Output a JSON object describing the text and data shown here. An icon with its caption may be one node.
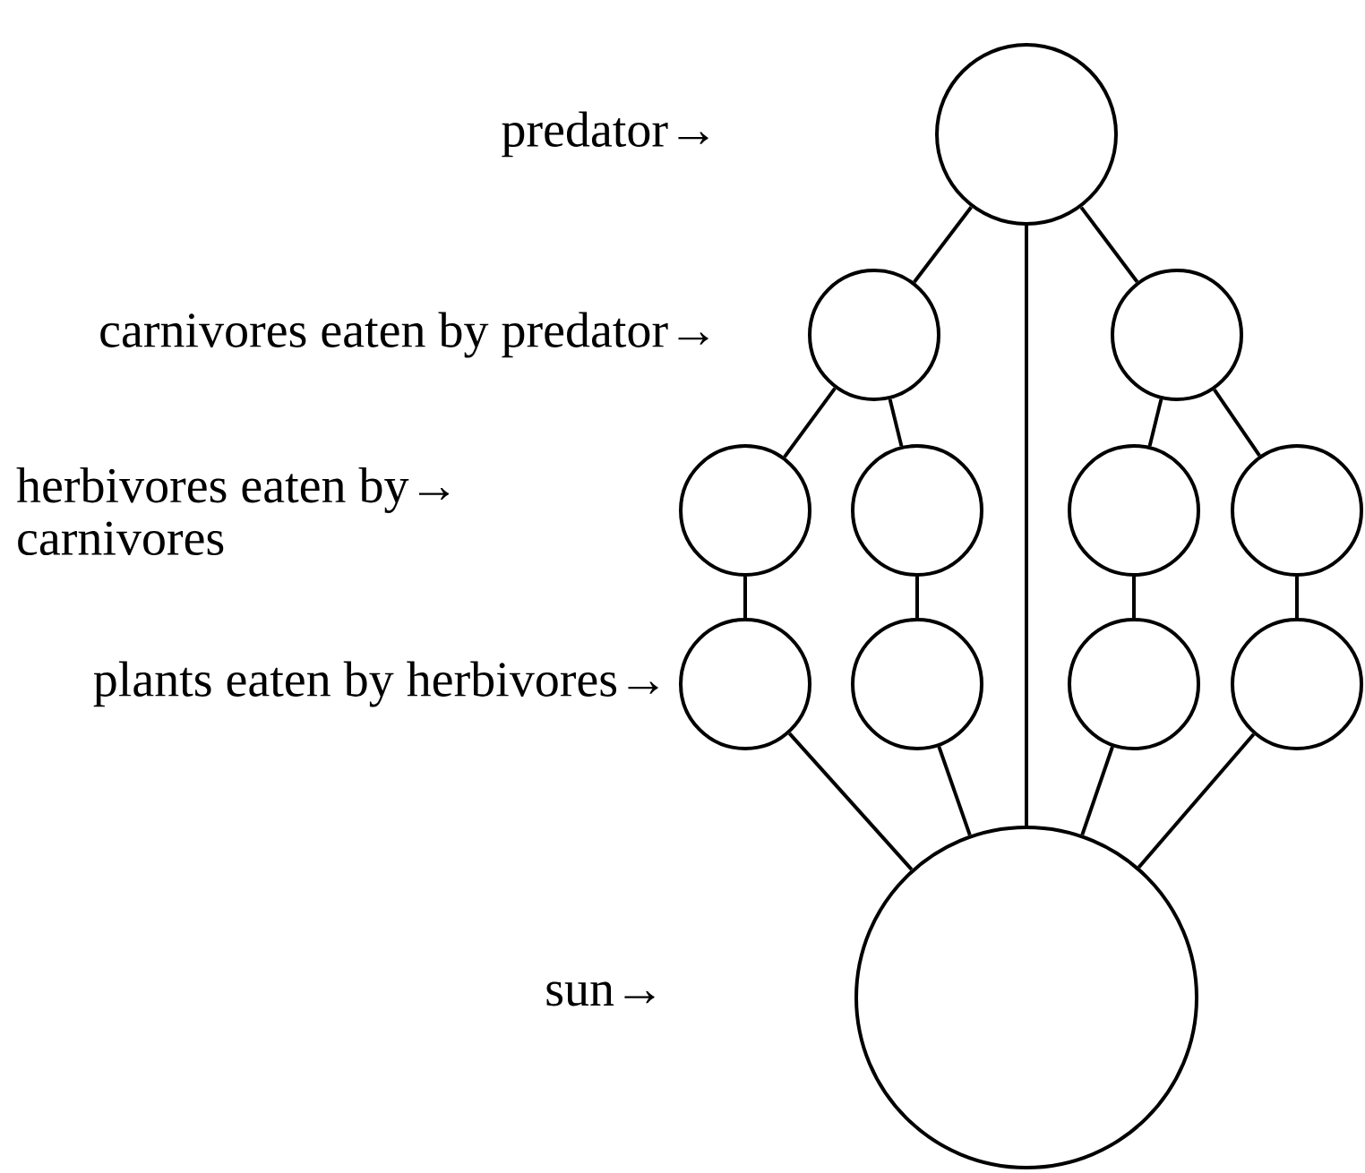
{
  "diagram": {
    "nodes": [
      {
        "text": [],
        "shape": "circle"
      },
      {
        "text": [],
        "shape": "circle"
      },
      {
        "text": [],
        "shape": "circle"
      },
      {
        "text": [],
        "shape": "circle"
      },
      {
        "text": [],
        "shape": "circle"
      },
      {
        "text": [],
        "shape": "circle"
      },
      {
        "text": [],
        "shape": "circle"
      },
      {
        "text": [],
        "shape": "circle"
      },
      {
        "text": [],
        "shape": "circle"
      },
      {
        "text": [],
        "shape": "circle"
      },
      {
        "text": [],
        "shape": "circle"
      },
      {
        "text": [],
        "shape": "circle"
      }
    ],
    "edges": [
      {
        "from": 0,
        "to": 1,
        "arrow": "none"
      },
      {
        "from": 0,
        "to": 11,
        "arrow": "none"
      },
      {
        "from": 0,
        "to": 2,
        "arrow": "none"
      },
      {
        "from": 1,
        "to": 3,
        "arrow": "none"
      },
      {
        "from": 1,
        "to": 4,
        "arrow": "none"
      },
      {
        "from": 2,
        "to": 5,
        "arrow": "none"
      },
      {
        "from": 2,
        "to": 6,
        "arrow": "none"
      },
      {
        "from": 3,
        "to": 7,
        "arrow": "none"
      },
      {
        "from": 4,
        "to": 8,
        "arrow": "none"
      },
      {
        "from": 5,
        "to": 9,
        "arrow": "none"
      },
      {
        "from": 6,
        "to": 10,
        "arrow": "none"
      },
      {
        "from": 7,
        "to": 11,
        "arrow": "none"
      },
      {
        "from": 8,
        "to": 11,
        "arrow": "none"
      },
      {
        "from": 9,
        "to": 11,
        "arrow": "none"
      },
      {
        "from": 10,
        "to": 11,
        "arrow": "none"
      }
    ],
    "labels": [
      "predator→",
      "carnivores eaten by predator→",
      "herbivores eaten by→ carnivores",
      "plants eaten by herbivores→",
      "sun→"
    ]
  }
}
